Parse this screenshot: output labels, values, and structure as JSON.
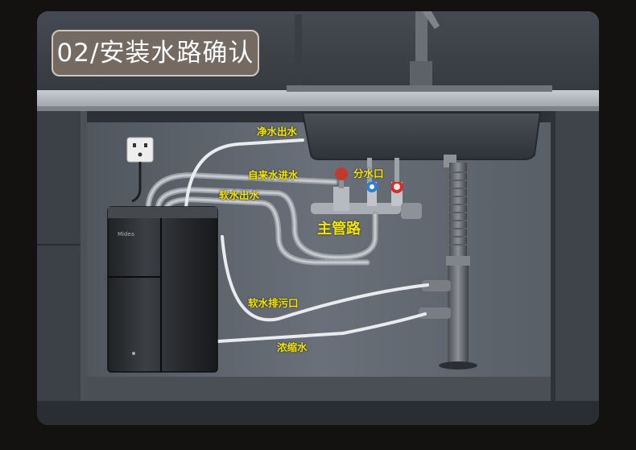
{
  "title": "02/安装水路确认",
  "brand": "Midea",
  "labels": {
    "pure_out": "净水出水",
    "tap_in": "自来水进水",
    "split": "分水口",
    "soft_out": "软水出水",
    "main_pipe": "主管路",
    "soft_drain": "软水排污口",
    "concentrate": "浓缩水"
  },
  "colors": {
    "label": "#f3e600",
    "badge": "#7a6e64",
    "cabinet": "#5f6570"
  }
}
